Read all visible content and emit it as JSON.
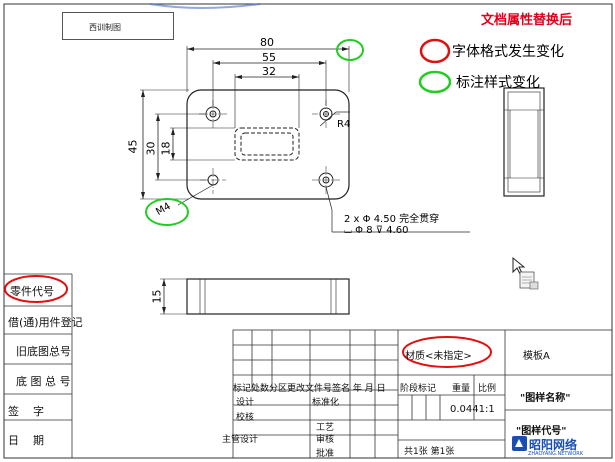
{
  "header": {
    "sheet_tag": "西训制图",
    "note_title": "文档属性替换后"
  },
  "legend": {
    "red_label": "字体格式发生变化",
    "green_label": "标注样式变化",
    "red_color": "#e01010",
    "green_color": "#22cc22"
  },
  "dimensions": {
    "d80": "80",
    "d55": "55",
    "d32": "32",
    "d45": "45",
    "d30": "30",
    "d18": "18",
    "r4": "R4",
    "m4": "M4",
    "d15": "15",
    "hole_note_1": "2 x Φ 4.50 完全贯穿",
    "hole_note_2": "⌴ Φ 8 ⊽ 4.60"
  },
  "side_table": {
    "part_code": "零件代号",
    "borrow": "借(通)用件登记",
    "old_total": "旧底图总号",
    "base_total": "底 图 总 号",
    "sign": "签    字",
    "date": "日    期"
  },
  "title_block": {
    "material": "材质<未指定>",
    "template": "模板A",
    "drawing_name": "\"图样名称\"",
    "drawing_code": "\"图样代号\"",
    "header_row": "标记处数分区更改文件号签名 年 月 日",
    "stage_mark": "阶段标记",
    "weight": "重量",
    "scale": "比例",
    "scale_value": "0.0441:1",
    "design": "设计",
    "standard": "标准化",
    "check": "校核",
    "process": "工艺",
    "main_design": "主管设计",
    "review": "审核",
    "approve": "批准",
    "sheet": "共1张 第1张"
  },
  "watermark": {
    "name": "昭阳网络",
    "url": "ZHAOYANG.NETWORK"
  },
  "icons": [
    "cursor-icon",
    "document-move-icon",
    "logo-icon"
  ]
}
